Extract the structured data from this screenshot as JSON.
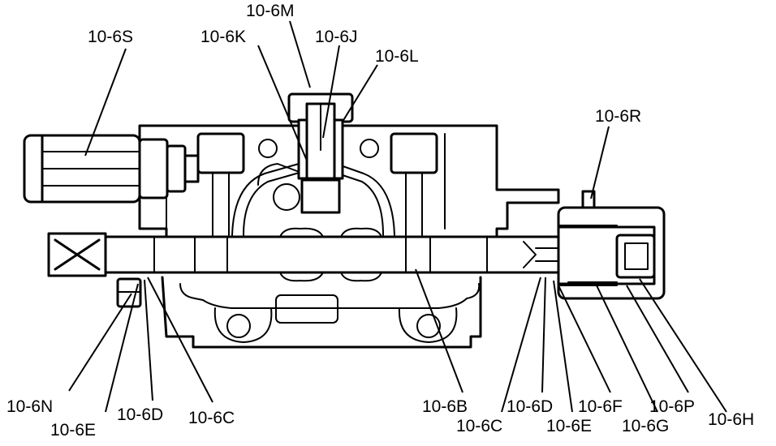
{
  "labels": {
    "l_10_6S": "10-6S",
    "l_10_6M": "10-6M",
    "l_10_6K": "10-6K",
    "l_10_6J": "10-6J",
    "l_10_6L": "10-6L",
    "l_10_6R": "10-6R",
    "l_10_6N": "10-6N",
    "l_10_6E_left": "10-6E",
    "l_10_6D_left": "10-6D",
    "l_10_6C_left": "10-6C",
    "l_10_6B": "10-6B",
    "l_10_6C_right": "10-6C",
    "l_10_6D_right": "10-6D",
    "l_10_6E_right": "10-6E",
    "l_10_6F": "10-6F",
    "l_10_6G": "10-6G",
    "l_10_6P": "10-6P",
    "l_10_6H": "10-6H"
  },
  "colors": {
    "ink": "#000000",
    "paper": "#ffffff"
  }
}
